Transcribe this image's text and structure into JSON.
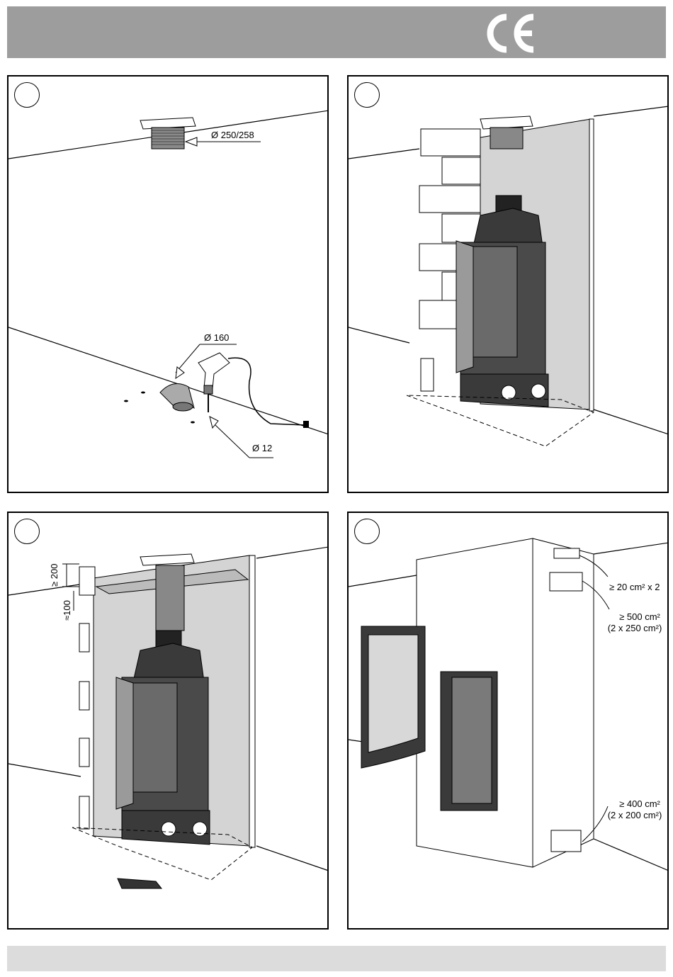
{
  "header": {
    "logo": "CE",
    "logo_icon": "ce-mark-icon",
    "bar_color": "#9d9d9d"
  },
  "footer": {
    "bar_color": "#dcdcdc"
  },
  "panels": [
    {
      "step": "",
      "labels": {
        "flue_diameter": "Ø 250/258",
        "duct_diameter": "Ø 160",
        "drill_diameter": "Ø 12"
      }
    },
    {
      "step": "",
      "labels": {}
    },
    {
      "step": "",
      "labels": {
        "gap_top": "≥ 200",
        "gap_side": "≈100"
      }
    },
    {
      "step": "",
      "labels": {
        "vent_top_min": "≥ 20 cm² x 2",
        "vent_upper_min": "≥ 500 cm²",
        "vent_upper_detail": "(2 x 250 cm²)",
        "vent_lower_min": "≥ 400 cm²",
        "vent_lower_detail": "(2 x 200 cm²)"
      }
    }
  ]
}
